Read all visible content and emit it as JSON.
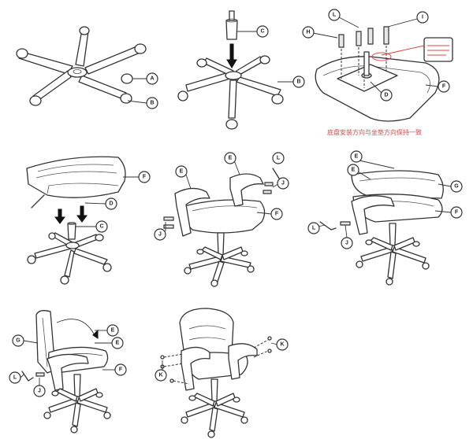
{
  "labels": {
    "a": "A",
    "b": "B",
    "c": "C",
    "d": "D",
    "e": "E",
    "f": "F",
    "g": "G",
    "h": "H",
    "i": "I",
    "j": "J",
    "k": "K",
    "l": "L"
  },
  "note": "底盘安装方向与坐垫方向保持一致",
  "colors": {
    "line": "#333333",
    "note": "#dd4444",
    "arrow": "#111111"
  }
}
